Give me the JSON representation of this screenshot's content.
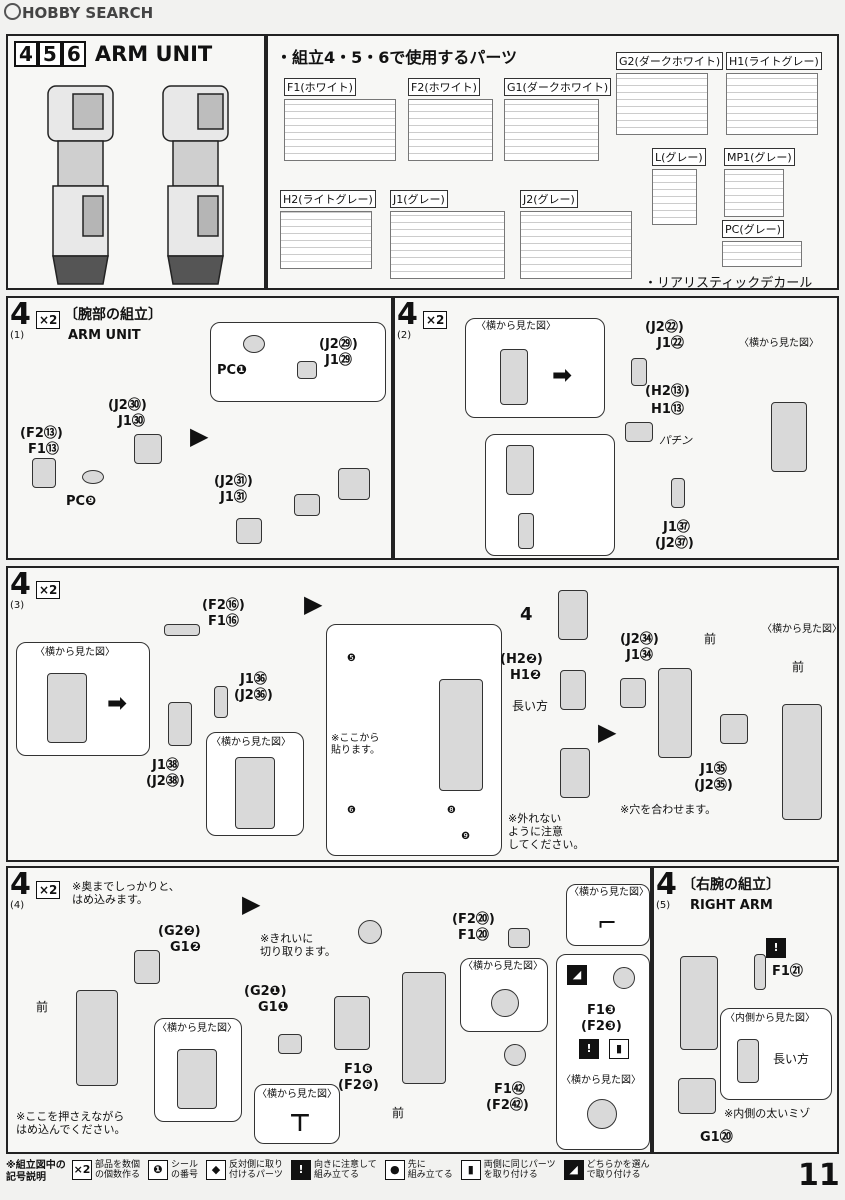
{
  "header": {
    "logo": "HOBBY SEARCH"
  },
  "intro": {
    "steps": [
      "4",
      "5",
      "6"
    ],
    "title": "ARM UNIT",
    "parts_heading": "・組立4・5・6で使用するパーツ",
    "sprues": [
      {
        "label": "F1(ホワイト)"
      },
      {
        "label": "F2(ホワイト)"
      },
      {
        "label": "G1(ダークホワイト)"
      },
      {
        "label": "G2(ダークホワイト)"
      },
      {
        "label": "H1(ライトグレー)"
      },
      {
        "label": "L(グレー)"
      },
      {
        "label": "MP1(グレー)"
      },
      {
        "label": "H2(ライトグレー)"
      },
      {
        "label": "J1(グレー)"
      },
      {
        "label": "J2(グレー)"
      },
      {
        "label": "PC(グレー)"
      }
    ],
    "decal": "・リアリスティックデカール"
  },
  "step1": {
    "num": "4",
    "sub": "(1)",
    "mult": "×2",
    "title_jp": "〔腕部の組立〕",
    "title_en": "ARM UNIT",
    "labels": [
      "(J2㉚)",
      "J1㉚",
      "(F2⑬)",
      "F1⑬",
      "PC❾",
      "(J2㉙)",
      "J1㉙",
      "PC❶",
      "(J2㉛)",
      "J1㉛"
    ]
  },
  "step2": {
    "num": "4",
    "sub": "(2)",
    "mult": "×2",
    "side_view": "〈横から見た図〉",
    "side_view2": "〈横から見た図〉",
    "labels": [
      "(J2㉒)",
      "J1㉒",
      "(H2⑬)",
      "H1⑬",
      "J1㊲",
      "(J2㊲)"
    ],
    "snap": "パチン"
  },
  "step3": {
    "num": "4",
    "sub": "(3)",
    "mult": "×2",
    "labels": [
      "(F2⑯)",
      "F1⑯",
      "J1㊱",
      "(J2㊱)",
      "J1㊳",
      "(J2㊳)",
      "(H2❷)",
      "H1❷",
      "(J2㉞)",
      "J1㉞",
      "J1㉟",
      "(J2㉟)"
    ],
    "side_view": "〈横から見た図〉",
    "side_view2": "〈横から見た図〉",
    "side_view3": "〈横から見た図〉",
    "sticker_note": "※ここから\n貼ります。",
    "long_side": "長い方",
    "caution": "※外れない\nように注意\nしてください。",
    "hole": "※穴を合わせます。",
    "front": "前",
    "stickers": [
      "❺",
      "❻",
      "❽",
      "❾"
    ]
  },
  "step4": {
    "num": "4",
    "sub": "(4)",
    "mult": "×2",
    "note_top": "※奥までしっかりと、\nはめ込みます。",
    "labels": [
      "(G2❷)",
      "G1❷",
      "(G2❶)",
      "G1❶",
      "(F2⑳)",
      "F1⑳",
      "F1❻",
      "(F2❻)",
      "F1❸",
      "(F2❸)",
      "F1㊷",
      "(F2㊷)"
    ],
    "clean_cut": "※きれいに\n切り取ります。",
    "push": "※ここを押さえながら\nはめ込んでください。",
    "front": "前",
    "side_view": "〈横から見た図〉",
    "side_view2": "〈横から見た図〉",
    "side_view3": "〈横から見た図〉",
    "side_view4": "〈横から見た図〉"
  },
  "step5": {
    "num": "4",
    "sub": "(5)",
    "title_jp": "〔右腕の組立〕",
    "title_en": "RIGHT ARM",
    "labels": [
      "F1㉑",
      "G1⑳"
    ],
    "inner_view": "〈内側から見た図〉",
    "long_side": "長い方",
    "groove": "※内側の太いミゾ"
  },
  "legend": {
    "title": "※組立図中の\n記号説明",
    "items": [
      {
        "icon": "×2",
        "text": "部品を数個\nの個数作る"
      },
      {
        "icon": "❶",
        "text": "シール\nの番号"
      },
      {
        "icon": "◆",
        "text": "反対側に取り\n付けるパーツ"
      },
      {
        "icon": "!",
        "text": "向きに注意して\n組み立てる"
      },
      {
        "icon": "●",
        "text": "先に\n組み立てる"
      },
      {
        "icon": "▮",
        "text": "両側に同じパーツ\nを取り付ける"
      },
      {
        "icon": "◢",
        "text": "どちらかを選ん\nで取り付ける"
      }
    ],
    "page": "11"
  }
}
